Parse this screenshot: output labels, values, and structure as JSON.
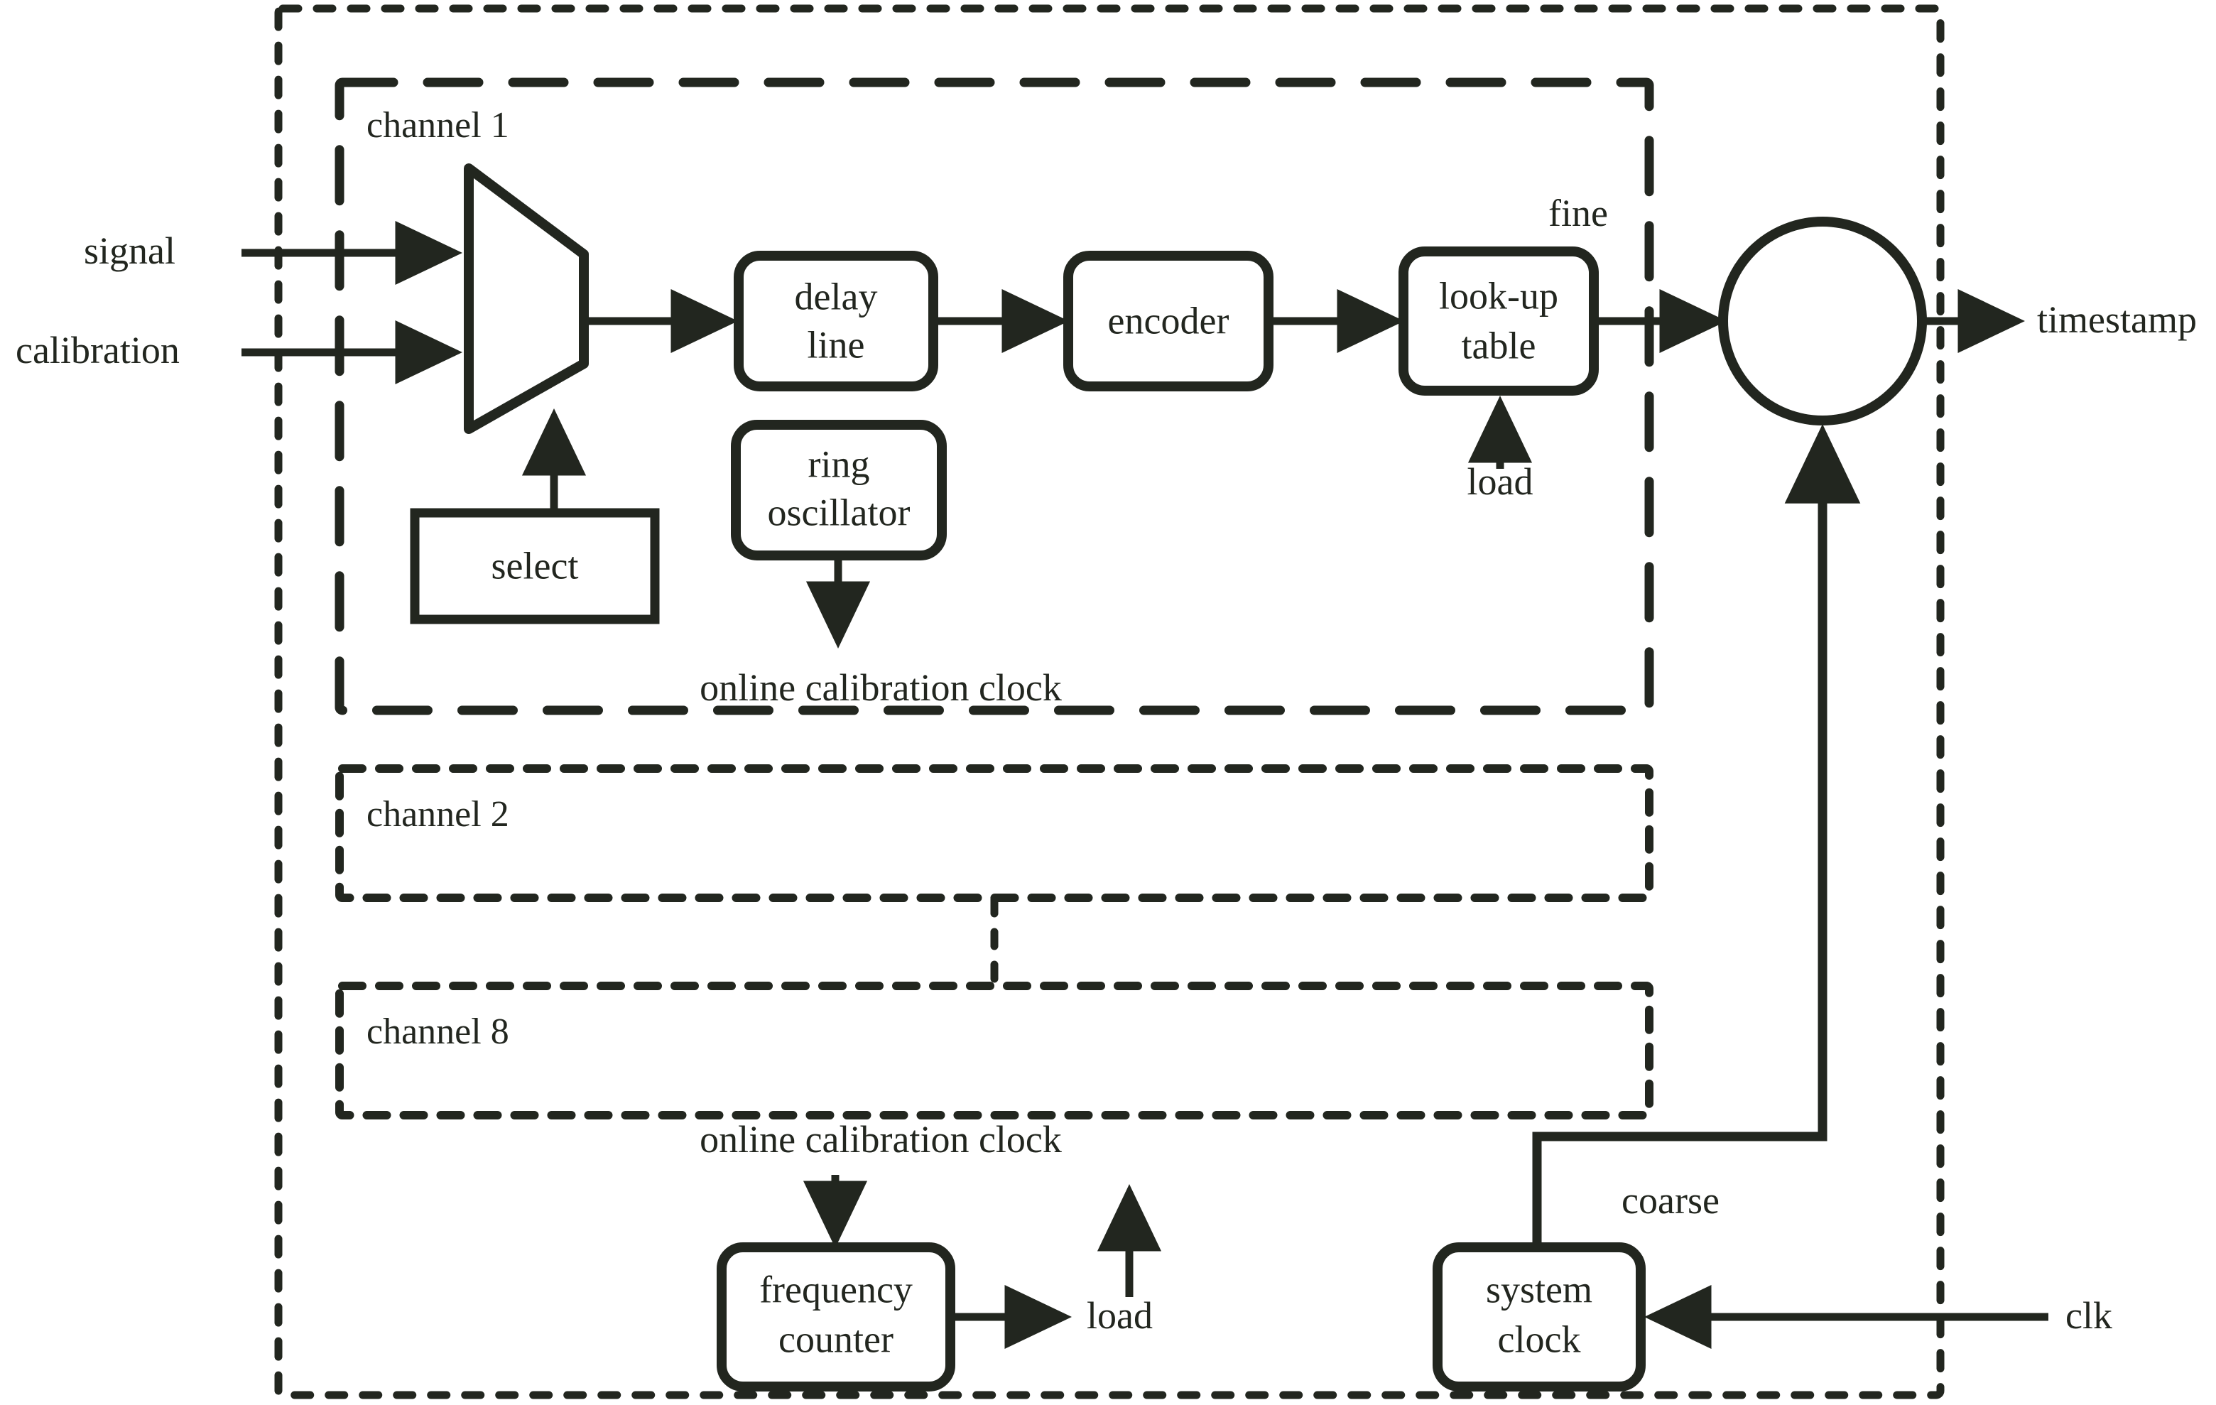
{
  "figure": {
    "type": "block-diagram",
    "title": "Multi-channel TDC block diagram",
    "stroke_color": "#22261f",
    "background": "#ffffff"
  },
  "containers": {
    "outer": {
      "label": "",
      "border_style": "dotted"
    },
    "channel1": {
      "label": "channel 1",
      "border_style": "dashed"
    },
    "channel2": {
      "label": "channel 2",
      "border_style": "dotted"
    },
    "channel8": {
      "label": "channel 8",
      "border_style": "dotted"
    }
  },
  "blocks": {
    "mux": {
      "label": "",
      "shape": "trapezoid"
    },
    "select": {
      "label": "select",
      "shape": "rect"
    },
    "delay_line": {
      "label_line1": "delay",
      "label_line2": "line",
      "shape": "rounded-rect"
    },
    "ring_oscillator": {
      "label_line1": "ring",
      "label_line2": "oscillator",
      "shape": "rounded-rect"
    },
    "encoder": {
      "label": "encoder",
      "shape": "rounded-rect"
    },
    "lookup_table": {
      "label_line1": "look-up",
      "label_line2": "table",
      "shape": "rounded-rect"
    },
    "adder": {
      "label": "",
      "shape": "circle"
    },
    "frequency_counter": {
      "label_line1": "frequency",
      "label_line2": "counter",
      "shape": "rounded-rect"
    },
    "system_clock": {
      "label_line1": "system",
      "label_line2": "clock",
      "shape": "rounded-rect"
    }
  },
  "signals": {
    "signal_in": "signal",
    "calibration_in": "calibration",
    "timestamp_out": "timestamp",
    "fine": "fine",
    "coarse": "coarse",
    "load_lut": "load",
    "load_out": "load",
    "clk_in": "clk",
    "online_calibration_clock_ch1": "online calibration clock",
    "online_calibration_clock_bottom": "online calibration clock"
  }
}
